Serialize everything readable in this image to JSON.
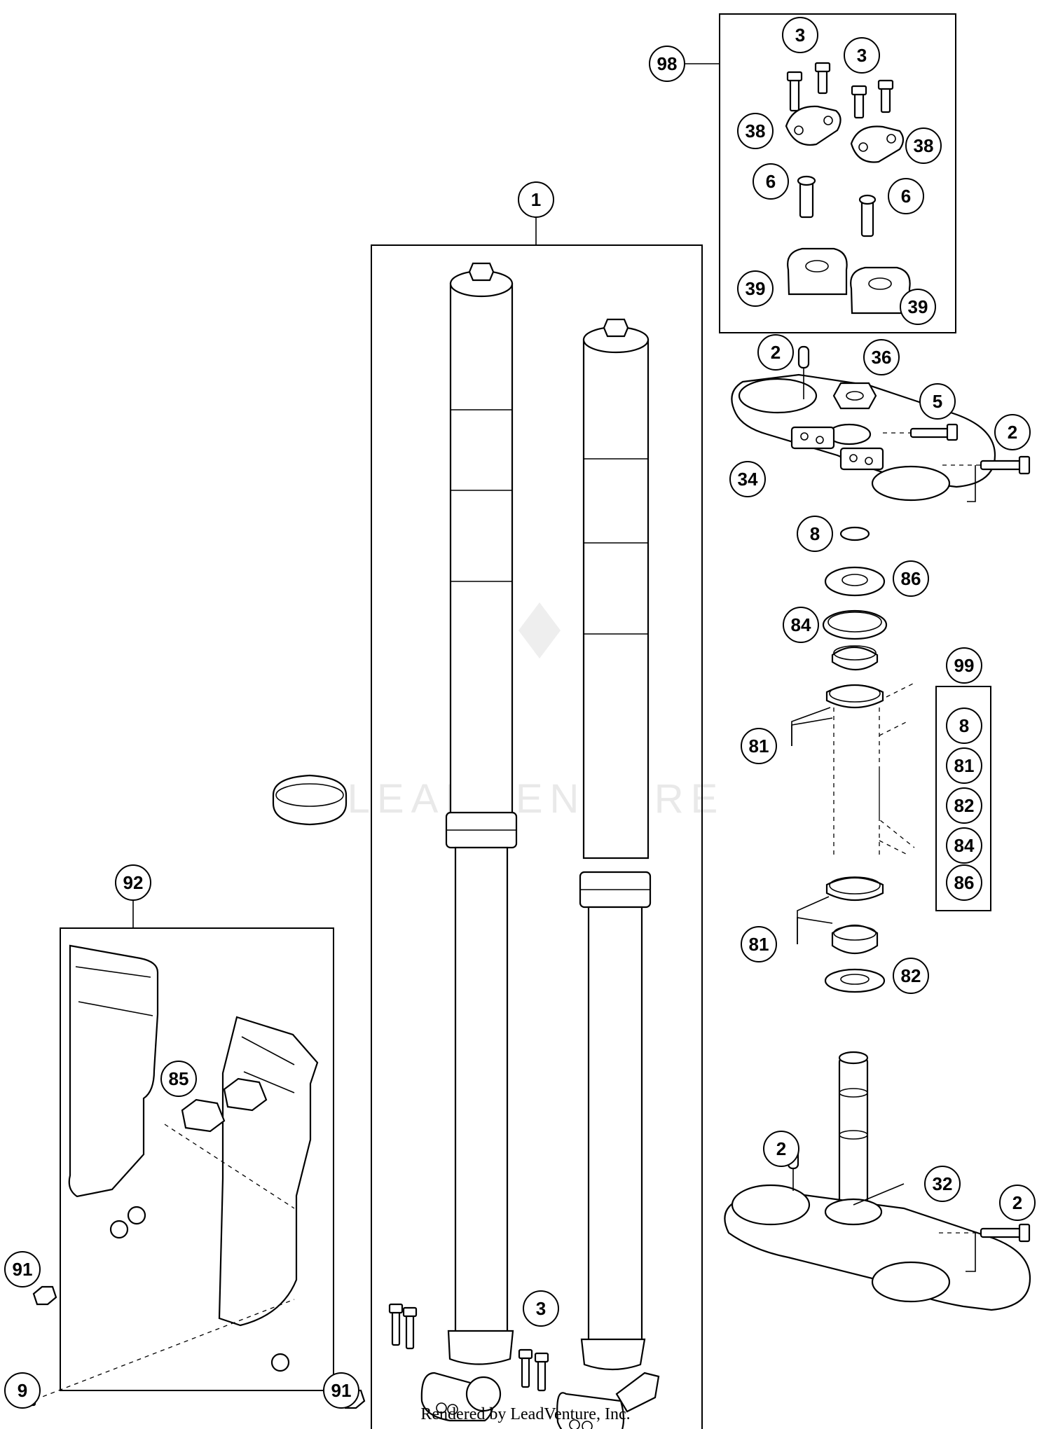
{
  "watermark_text": "LEADVENTURE",
  "footer_text": "Rendered by LeadVenture, Inc.",
  "callouts": {
    "c1": "1",
    "c98": "98",
    "c3a": "3",
    "c3b": "3",
    "c38a": "38",
    "c38b": "38",
    "c6a": "6",
    "c6b": "6",
    "c39a": "39",
    "c39b": "39",
    "c2a": "2",
    "c36": "36",
    "c5": "5",
    "c2b": "2",
    "c34": "34",
    "c8": "8",
    "c86": "86",
    "c84": "84",
    "c99": "99",
    "c81a": "81",
    "c81b": "81",
    "c82": "82",
    "c92": "92",
    "c85": "85",
    "c3c": "3",
    "c2c": "2",
    "c32": "32",
    "c2d": "2",
    "c91a": "91",
    "c91b": "91",
    "c9": "9"
  },
  "kit_99_items": [
    "8",
    "81",
    "82",
    "84",
    "86"
  ]
}
